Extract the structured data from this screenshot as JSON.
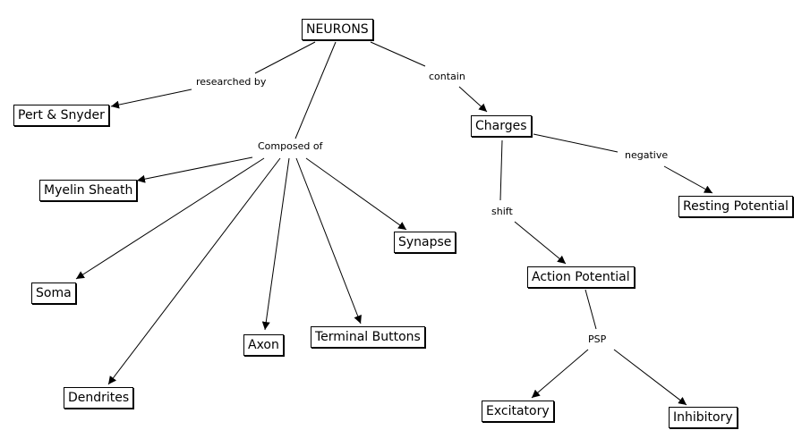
{
  "nodes": {
    "neurons": "NEURONS",
    "pert_snyder": "Pert & Snyder",
    "charges": "Charges",
    "myelin_sheath": "Myelin Sheath",
    "resting_potential": "Resting Potential",
    "synapse": "Synapse",
    "soma": "Soma",
    "action_potential": "Action Potential",
    "axon": "Axon",
    "terminal_buttons": "Terminal Buttons",
    "dendrites": "Dendrites",
    "excitatory": "Excitatory",
    "inhibitory": "Inhibitory"
  },
  "link_labels": {
    "researched_by": "researched by",
    "contain": "contain",
    "composed_of": "Composed of",
    "negative": "negative",
    "shift": "shift",
    "psp": "PSP"
  },
  "colors": {
    "line": "#000000",
    "background": "#ffffff"
  }
}
